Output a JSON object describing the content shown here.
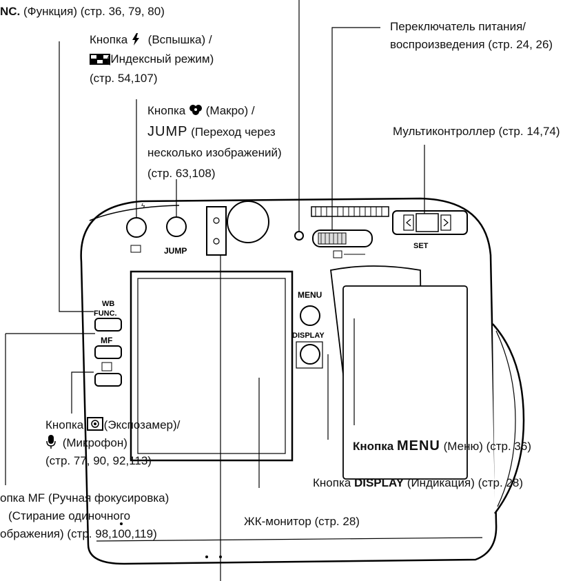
{
  "labels": {
    "func": {
      "bold": "NC.",
      "text": " (Функция) (стр. 36, 79, 80)"
    },
    "flash": {
      "line1_pre": "Кнопка ",
      "line1_post": " (Вспышка) /",
      "line2_post": " (Индексный режим)",
      "line3": "(стр. 54,107)"
    },
    "macro": {
      "line1_pre": "Кнопка ",
      "line1_post": " (Макро) /",
      "line2_big": "JUMP",
      "line2_post": " (Переход через",
      "line3": "несколько изображений)",
      "line4": "(стр. 63,108)"
    },
    "power": {
      "line1": "Переключатель питания/",
      "line2": "воспроизведения (стр. 24, 26)"
    },
    "multi": "Мультиконтроллер (стр. 14,74)",
    "metering": {
      "line1_pre": "Кнопка ",
      "line1_post": " (Экспозамер)/",
      "line2_post": " (Микрофон)",
      "line3": "(стр. 77, 90, 92,113)"
    },
    "menu": {
      "bold": "Кнопка ",
      "big": "MENU",
      "text": " (Меню) (стр. 36)"
    },
    "display": {
      "pre": "Кнопка ",
      "bold": "DISPLAY",
      "text": " (Индикация) (стр. 28)"
    },
    "lcd": "ЖК-монитор (стр. 28)",
    "mf": {
      "line1": "опка MF (Ручная фокусировка)",
      "line2": "(Стирание одиночного",
      "line3": "ображения) (стр. 98,100,119)"
    }
  },
  "camera": {
    "wb": "WB",
    "func": "FUNC.",
    "mf": "MF",
    "menu": "MENU",
    "display": "DISPLAY",
    "jump": "JUMP",
    "set": "SET"
  },
  "icons": [
    "flash-icon",
    "index-mode-icon",
    "macro-flower-icon",
    "metering-icon",
    "microphone-icon"
  ]
}
